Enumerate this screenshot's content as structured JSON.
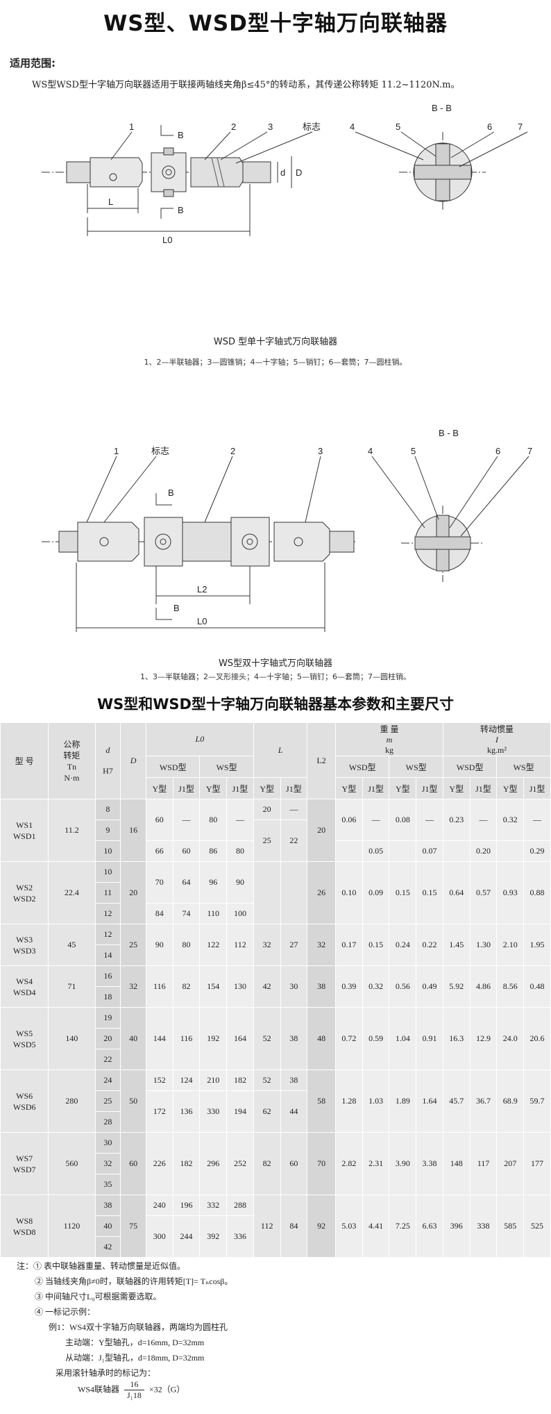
{
  "title": "WS型、WSD型十字轴万向联轴器",
  "scope": {
    "heading": "适用范围:",
    "text": "WS型WSD型十字轴万向联器适用于联接两轴线夹角β≤45°的转动系，其传递公称转矩 11.2~1120N.m。"
  },
  "fig1": {
    "caption": "WSD 型单十字轴式万向联轴器",
    "parts": "1、2—半联轴器；3—圆锥销；4—十字轴；5—销钉；6—套筒；7—圆柱销。",
    "labels": {
      "n1": "1",
      "n2": "2",
      "n3": "3",
      "mark": "标志",
      "n4": "4",
      "n5": "5",
      "n6": "6",
      "n7": "7",
      "bb": "B - B",
      "b": "B",
      "L": "L",
      "L0": "L0",
      "d": "d",
      "D": "D"
    }
  },
  "fig2": {
    "caption": "WS型双十字轴式万向联轴器",
    "parts": "1、3—半联轴器；2—叉形接头；4—十字轴；5—销钉；6—套筒；7—圆柱销。",
    "labels": {
      "n1": "1",
      "mark": "标志",
      "n2": "2",
      "n3": "3",
      "n4": "4",
      "n5": "5",
      "n6": "6",
      "n7": "7",
      "bb": "B - B",
      "b": "B",
      "L2": "L2",
      "L0": "L0"
    }
  },
  "table_title": "WS型和WSD型十字轴万向联轴器基本参数和主要尺寸",
  "table": {
    "headers": {
      "model": "型 号",
      "torque": "公称\n转矩\nTn\nN·m",
      "d": "d",
      "h7": "H7",
      "D": "D",
      "L0": "L0",
      "L": "L",
      "L2": "L2",
      "weight": "重 量",
      "weight_sym": "m",
      "weight_unit": "kg",
      "inertia": "转动惯量",
      "inertia_sym": "I",
      "inertia_unit": "kg.m²",
      "wsd": "WSD型",
      "ws": "WS型",
      "y": "Y型",
      "j1": "J1型"
    },
    "groups": [
      {
        "model": "WS1\nWSD1",
        "torque": "11.2",
        "D": "16",
        "L2": "20",
        "d": [
          "8",
          "9",
          "10"
        ],
        "L0": [
          [
            "60",
            "—",
            "80",
            "—"
          ],
          [
            "66",
            "60",
            "86",
            "80"
          ]
        ],
        "L0_split": [
          2,
          1
        ],
        "L": [
          [
            "20",
            "—"
          ],
          [
            "25",
            "22"
          ]
        ],
        "L_split": [
          1,
          2
        ],
        "w1": [
          "0.06",
          "—",
          "0.08",
          "—"
        ],
        "w2": [
          "",
          "0.05",
          "",
          "0.07"
        ],
        "w_split": [
          2,
          1
        ],
        "i1": [
          "0.23",
          "—",
          "0.32",
          "—"
        ],
        "i2": [
          "",
          "0.20",
          "",
          "0.29"
        ]
      },
      {
        "model": "WS2\nWSD2",
        "torque": "22.4",
        "D": "20",
        "L2": "26",
        "d": [
          "10",
          "11",
          "12"
        ],
        "L0": [
          [
            "70",
            "64",
            "96",
            "90"
          ],
          [
            "84",
            "74",
            "110",
            "100"
          ]
        ],
        "L0_split": [
          2,
          1
        ],
        "weight": [
          "0.10",
          "0.09",
          "0.15",
          "0.15"
        ],
        "inertia": [
          "0.64",
          "0.57",
          "0.93",
          "0.88"
        ]
      },
      {
        "model": "WS3\nWSD3",
        "torque": "45",
        "D": "25",
        "L2": "32",
        "d": [
          "12",
          "14"
        ],
        "L0": [
          "90",
          "80",
          "122",
          "112"
        ],
        "L": [
          "32",
          "27"
        ],
        "weight": [
          "0.17",
          "0.15",
          "0.24",
          "0.22"
        ],
        "inertia": [
          "1.45",
          "1.30",
          "2.10",
          "1.95"
        ]
      },
      {
        "model": "WS4\nWSD4",
        "torque": "71",
        "D": "32",
        "L2": "38",
        "d": [
          "16",
          "18"
        ],
        "L0": [
          "116",
          "82",
          "154",
          "130"
        ],
        "L": [
          "42",
          "30"
        ],
        "weight": [
          "0.39",
          "0.32",
          "0.56",
          "0.49"
        ],
        "inertia": [
          "5.92",
          "4.86",
          "8.56",
          "0.48"
        ]
      },
      {
        "model": "WS5\nWSD5",
        "torque": "140",
        "D": "40",
        "L2": "48",
        "d": [
          "19",
          "20",
          "22"
        ],
        "L0": [
          "144",
          "116",
          "192",
          "164"
        ],
        "L": [
          "52",
          "38"
        ],
        "weight": [
          "0.72",
          "0.59",
          "1.04",
          "0.91"
        ],
        "inertia": [
          "16.3",
          "12.9",
          "24.0",
          "20.6"
        ]
      },
      {
        "model": "WS6\nWSD6",
        "torque": "280",
        "D": "50",
        "L2": "58",
        "d": [
          "24",
          "25",
          "28"
        ],
        "L0": [
          [
            "152",
            "124",
            "210",
            "182"
          ],
          [
            "172",
            "136",
            "330",
            "194"
          ]
        ],
        "L": [
          [
            "52",
            "38"
          ],
          [
            "62",
            "44"
          ]
        ],
        "weight": [
          "1.28",
          "1.03",
          "1.89",
          "1.64"
        ],
        "inertia": [
          "45.7",
          "36.7",
          "68.9",
          "59.7"
        ]
      },
      {
        "model": "WS7\nWSD7",
        "torque": "560",
        "D": "60",
        "L2": "70",
        "d": [
          "30",
          "32",
          "35"
        ],
        "L0": [
          "226",
          "182",
          "296",
          "252"
        ],
        "L": [
          "82",
          "60"
        ],
        "weight": [
          "2.82",
          "2.31",
          "3.90",
          "3.38"
        ],
        "inertia": [
          "148",
          "117",
          "207",
          "177"
        ]
      },
      {
        "model": "WS8\nWSD8",
        "torque": "1120",
        "D": "75",
        "L2": "92",
        "d": [
          "38",
          "40",
          "42"
        ],
        "L0": [
          [
            "240",
            "196",
            "332",
            "288"
          ],
          [
            "300",
            "244",
            "392",
            "336"
          ]
        ],
        "L": [
          "112",
          "84"
        ],
        "weight": [
          "5.03",
          "4.41",
          "7.25",
          "6.63"
        ],
        "inertia": [
          "396",
          "338",
          "585",
          "525"
        ]
      }
    ]
  },
  "notes": {
    "l1": "注：① 表中联轴器重量、转动惯量是近似值。",
    "l2": "② 当轴线夹角β≠0时，联轴器的许用转矩[T]= Tₙcosβ。",
    "l3": "③ 中间轴尺寸L₀可根据需要选取。",
    "l4": "④ 一标记示例：",
    "l5": "例1：WS4双十字轴万向联轴器，两端均为圆柱孔",
    "l6": "主动端：Y型轴孔，d=16mm, D=32mm",
    "l7": "从动端：J₁型轴孔，d=18mm, D=32mm",
    "l8": "采用滚针轴承时的标记为：",
    "mark_prefix": "WS4联轴器",
    "mark_num": "16",
    "mark_den": "J₁18",
    "mark_suffix": "×32（G）"
  }
}
